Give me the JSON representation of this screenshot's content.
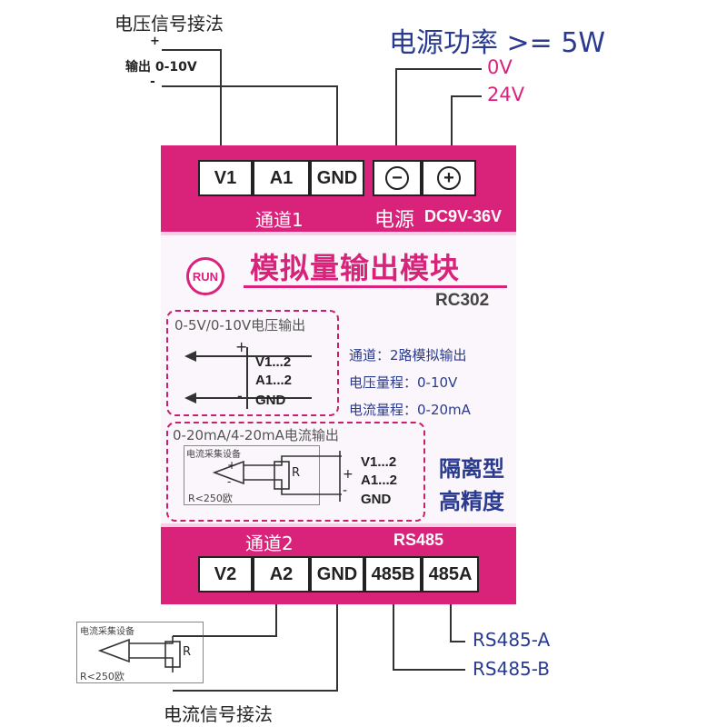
{
  "top": {
    "voltage_method": "电压信号接法",
    "plus": "+",
    "output_range": "输出 0-10V",
    "minus": "-",
    "power_rating": "电源功率 >= 5W",
    "zero_v": "0V",
    "v24": "24V"
  },
  "top_terminals": [
    "V1",
    "A1",
    "GND"
  ],
  "power_minus": "−",
  "power_plus": "+",
  "channel1": "通道1",
  "power_label": "电源",
  "power_range": "DC9V-36V",
  "run_badge": "RUN",
  "title": "模拟量输出模块",
  "model": "RC302",
  "voltage_box": {
    "title": "0-5V/0-10V电压输出",
    "plus": "+",
    "minus": "-",
    "terms": [
      "V1...2",
      "A1...2",
      "GND"
    ]
  },
  "specs": [
    "通道：2路模拟输出",
    "电压量程：0-10V",
    "电流量程：0-20mA"
  ],
  "current_box": {
    "title": "0-20mA/4-20mA电流输出",
    "device": "电流采集设备",
    "resistor": "R",
    "r_note": "R<250欧",
    "plus": "+",
    "minus": "-",
    "terms": [
      "V1...2",
      "A1...2",
      "GND"
    ]
  },
  "features": [
    "隔离型",
    "高精度"
  ],
  "channel2": "通道2",
  "rs485": "RS485",
  "bottom_terminals": [
    "V2",
    "A2",
    "GND",
    "485B",
    "485A"
  ],
  "bottom": {
    "rs485a": "RS485-A",
    "rs485b": "RS485-B",
    "device": "电流采集设备",
    "resistor": "R",
    "r_note": "R<250欧",
    "current_method": "电流信号接法"
  }
}
